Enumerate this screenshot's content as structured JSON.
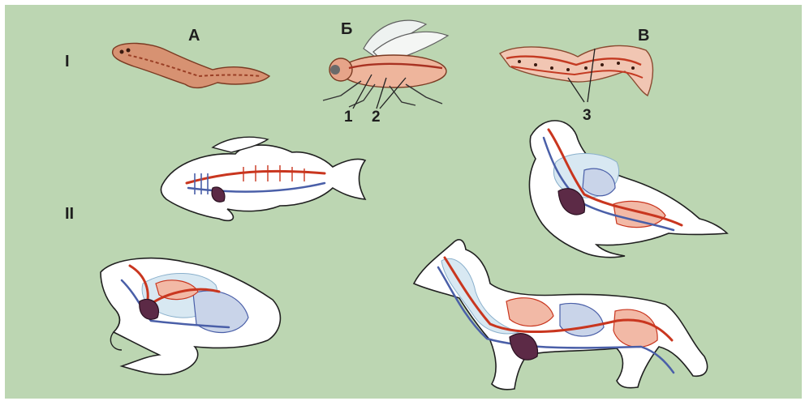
{
  "labels": {
    "row_1": "I",
    "row_2": "II",
    "a": "А",
    "b": "Б",
    "v": "В",
    "n1": "1",
    "n2": "2",
    "n3": "3"
  },
  "colors": {
    "background": "#bcd6b2",
    "artery": "#c9361f",
    "vein": "#4a5fa8",
    "heart": "#5c2a46",
    "invertebrate_body": "#e9a88a"
  }
}
